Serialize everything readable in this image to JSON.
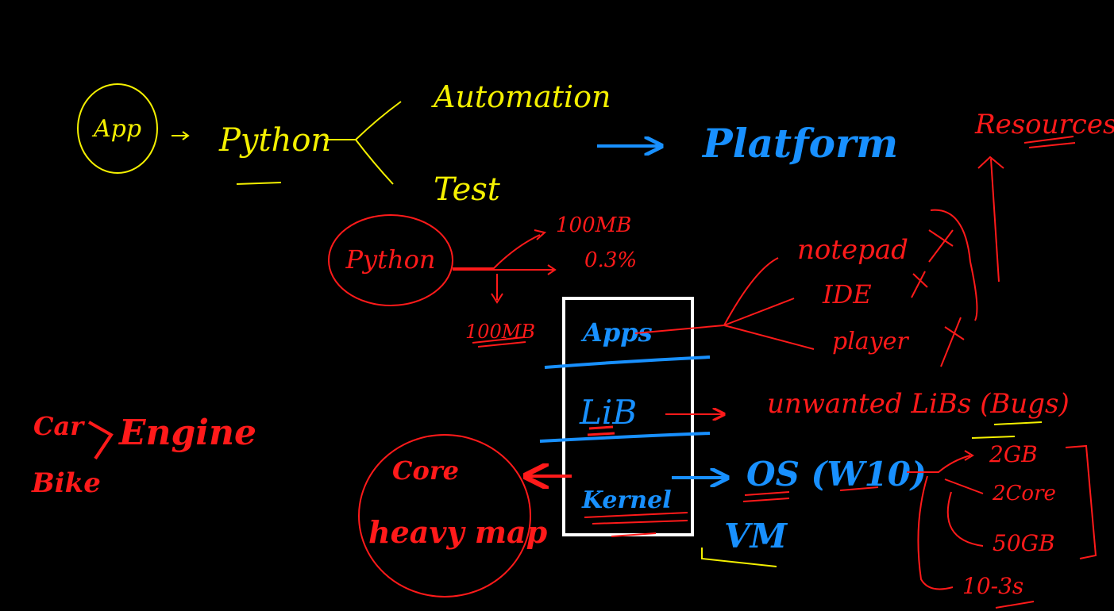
{
  "colors": {
    "background": "#000000",
    "yellow": "#f4f000",
    "blue": "#1890ff",
    "red": "#ff1a1a",
    "white": "#ffffff"
  },
  "top": {
    "app": "App",
    "python": "Python",
    "automation": "Automation",
    "test": "Test",
    "platform": "Platform"
  },
  "python_node": {
    "label": "Python",
    "branch_top": "100MB",
    "branch_mid": "0.3%",
    "branch_down": "100MB"
  },
  "stack": {
    "apps": "Apps",
    "lib": "LiB",
    "kernel": "Kernel"
  },
  "apps_branch": {
    "notepad": "notepad",
    "ide": "IDE",
    "player": "player"
  },
  "resources": "Resources",
  "lib_note": "unwanted LiBs (Bugs)",
  "os": {
    "label": "OS (W10)",
    "vm": "VM",
    "items": [
      "2GB",
      "2Core",
      "50GB",
      "10-3s"
    ]
  },
  "core_heavy": {
    "line1": "Core",
    "line2": "heavy map"
  },
  "car_engine": {
    "car": "Car",
    "bike": "Bike",
    "engine": "Engine"
  }
}
